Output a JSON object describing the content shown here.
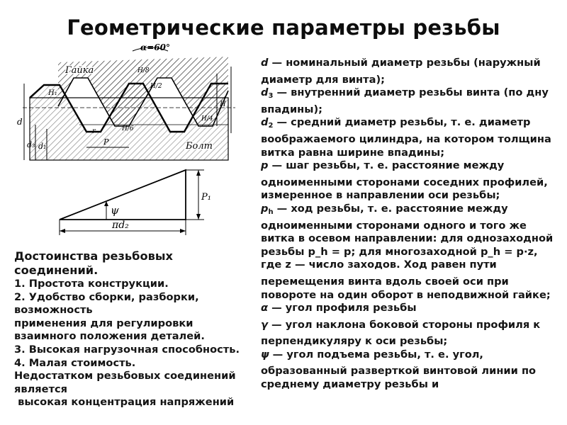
{
  "title": "Геометрические параметры резьбы",
  "drawing1": {
    "angle_label": "α=60°",
    "nut_label": "Гайка",
    "bolt_label": "Болт",
    "labels": {
      "d": "d",
      "d3": "d₃",
      "d1": "d₁",
      "r": "r",
      "P": "P",
      "H1": "H₁",
      "H8": "H/8",
      "H2": "H/2",
      "H": "H",
      "H6": "H/6",
      "H4": "H/4"
    }
  },
  "drawing2": {
    "psi": "ψ",
    "p1": "P₁",
    "pid2": "πd₂"
  },
  "definitions": [
    {
      "sym": "d",
      "sub": "",
      "text": " — номинальный диаметр резьбы (наружный диаметр для винта);"
    },
    {
      "sym": "d",
      "sub": "3",
      "text": " — внутренний диаметр резьбы винта (по дну впадины);"
    },
    {
      "sym": "d",
      "sub": "2",
      "text": " — средний диаметр резьбы, т. е. диаметр воображаемого цилиндра, на котором толщина витка равна ширине впадины;"
    },
    {
      "sym": "p",
      "sub": "",
      "text": " — шаг резьбы, т. е. расстояние между одноименными сторонами соседних профилей, измеренное в направлении оси резьбы;"
    },
    {
      "sym": "p",
      "sub": "h",
      "text": " — ход резьбы, т. е. расстояние между одноименными сторонами одного и того же витка в осевом направлении: для однозаходной резьбы p_h = p; для многозаходной p_h = p·z,"
    },
    {
      "sym": "",
      "sub": "",
      "text": "где z — число заходов. Ход равен пути перемещения винта вдоль своей оси при повороте на один оборот в неподвижной гайке;"
    },
    {
      "sym": "α",
      "sub": "",
      "text": " — угол профиля резьбы"
    },
    {
      "sym": "γ",
      "sub": "",
      "text": " — угол наклона боковой стороны профиля к перпендикуляру к оси резьбы;"
    },
    {
      "sym": "ψ",
      "sub": "",
      "text": " — угол подъема резьбы, т. е. угол, образованный разверткой винтовой линии по среднему диаметру резьбы и"
    }
  ],
  "advantages": {
    "heading": "Достоинства резьбовых соединений.",
    "items": [
      "1. Простота конструкции.",
      "2. Удобство сборки, разборки, возможность",
      "применения для регулировки взаимного положения деталей.",
      "3. Высокая нагрузочная способность.",
      "4. Малая стоимость.",
      "Недостатком резьбовых соединений является",
      " высокая концентрация напряжений"
    ]
  }
}
